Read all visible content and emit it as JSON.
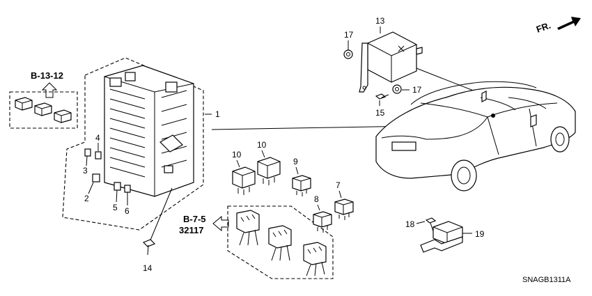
{
  "references": {
    "top_ref": "B-13-12",
    "bottom_ref": "B-7-5",
    "bottom_ref_number": "32117",
    "direction": "FR."
  },
  "callouts": {
    "c1": "1",
    "c2": "2",
    "c3": "3",
    "c4": "4",
    "c5": "5",
    "c6": "6",
    "c7": "7",
    "c8": "8",
    "c9": "9",
    "c10a": "10",
    "c10b": "10",
    "c13": "13",
    "c14": "14",
    "c15": "15",
    "c17a": "17",
    "c17b": "17",
    "c18": "18",
    "c19": "19"
  },
  "diagram_code": "SNAGB1311A",
  "icons": [
    "fuse-box-icon",
    "relay-icon",
    "control-unit-icon",
    "sensor-icon",
    "bolt-icon",
    "nut-icon",
    "car-icon",
    "arrow-icon"
  ]
}
